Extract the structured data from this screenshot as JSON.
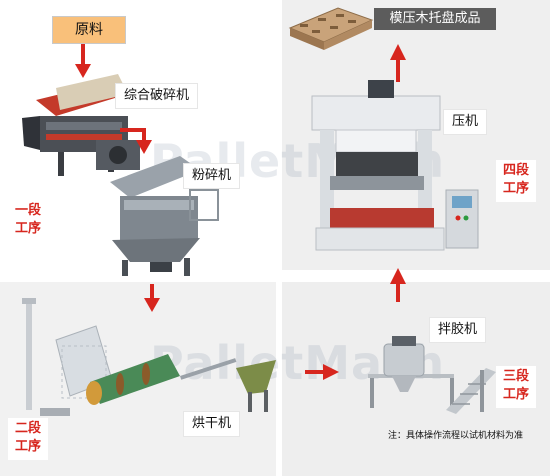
{
  "raw_material": "原料",
  "final_product": "模压木托盘成品",
  "equipment": {
    "crusher": "综合破碎机",
    "pulverizer": "粉碎机",
    "dryer": "烘干机",
    "glue_mixer": "拌胶机",
    "press": "压机"
  },
  "stages": {
    "stage1": [
      "一段",
      "工序"
    ],
    "stage2": [
      "二段",
      "工序"
    ],
    "stage3": [
      "三段",
      "工序"
    ],
    "stage4": [
      "四段",
      "工序"
    ]
  },
  "watermark": "PalletMach",
  "note": "注：具体操作流程以试机材料为准",
  "colors": {
    "arrow": "#d7261e",
    "raw_label_bg": "#f9c07a",
    "product_label_bg": "#5c5c5c",
    "stage_text": "#d7261e"
  }
}
